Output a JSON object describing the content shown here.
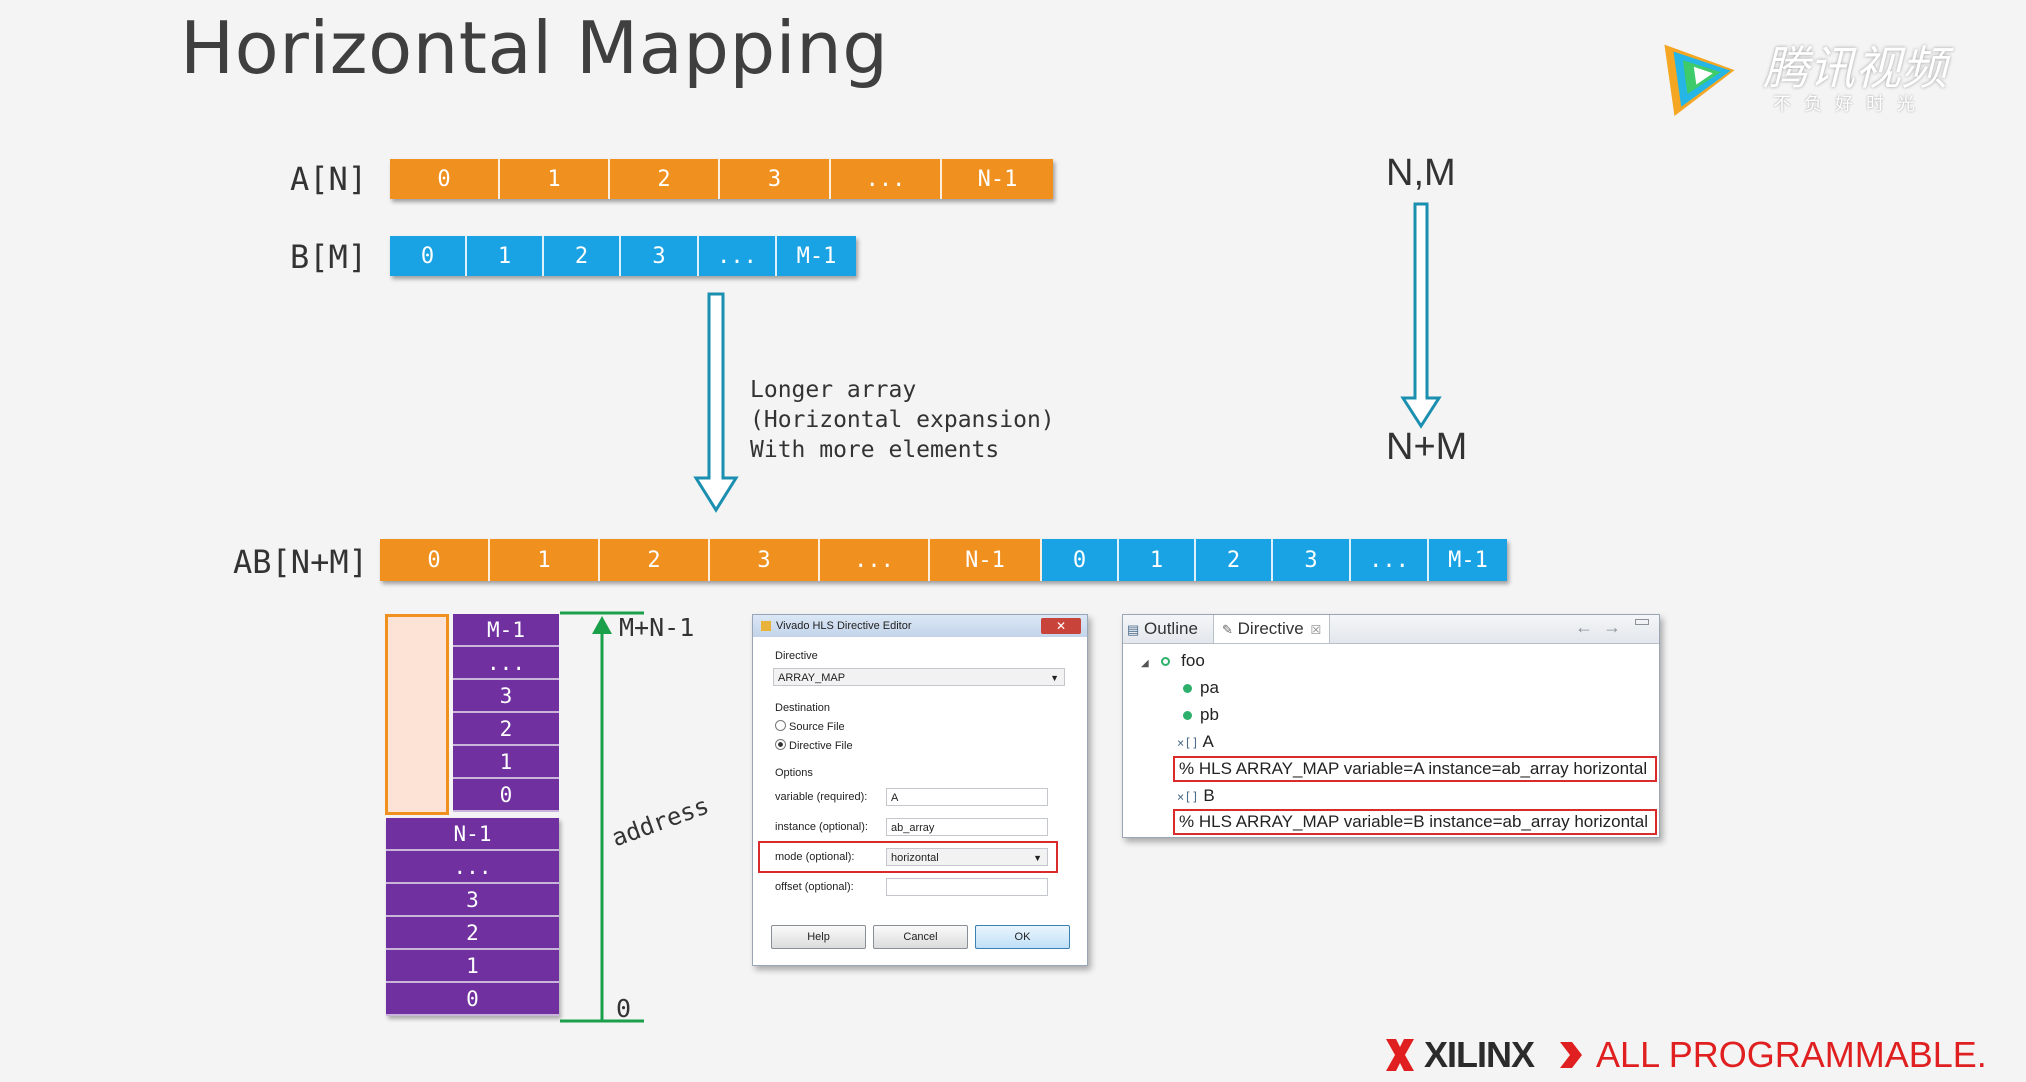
{
  "title": "Horizontal Mapping",
  "watermark": {
    "name": "腾讯视频",
    "slogan": "不 负 好 时 光"
  },
  "arrays": {
    "a_label": "A[N]",
    "a_cells": [
      "0",
      "1",
      "2",
      "3",
      "...",
      "N-1"
    ],
    "b_label": "B[M]",
    "b_cells": [
      "0",
      "1",
      "2",
      "3",
      "...",
      "M-1"
    ],
    "ab_label": "AB[N+M]",
    "ab_cells_a": [
      "0",
      "1",
      "2",
      "3",
      "...",
      "N-1"
    ],
    "ab_cells_b": [
      "0",
      "1",
      "2",
      "3",
      "...",
      "M-1"
    ]
  },
  "expansion_note": "Longer array\n(Horizontal expansion)\nWith more elements",
  "size_flow": {
    "from": "N,M",
    "to": "N+M"
  },
  "memory": {
    "b_cells": [
      "M-1",
      "...",
      "3",
      "2",
      "1",
      "0"
    ],
    "a_cells": [
      "N-1",
      "...",
      "3",
      "2",
      "1",
      "0"
    ],
    "top_address": "M+N-1",
    "bottom_address": "0",
    "axis_label": "address"
  },
  "directive_editor": {
    "window_title": "Vivado HLS Directive Editor",
    "close_glyph": "✕",
    "directive_label": "Directive",
    "directive_value": "ARRAY_MAP",
    "destination_label": "Destination",
    "source_file": "Source File",
    "directive_file": "Directive File",
    "options_label": "Options",
    "variable_label": "variable (required):",
    "variable_value": "A",
    "instance_label": "instance (optional):",
    "instance_value": "ab_array",
    "mode_label": "mode (optional):",
    "mode_value": "horizontal",
    "offset_label": "offset (optional):",
    "offset_value": "",
    "buttons": {
      "help": "Help",
      "cancel": "Cancel",
      "ok": "OK"
    }
  },
  "outline_panel": {
    "tab_outline": "Outline",
    "tab_directive": "Directive",
    "tab_close": "☒",
    "tree": {
      "root": "foo",
      "ports": [
        "pa",
        "pb"
      ],
      "var_a": "A",
      "pragma_a": "HLS ARRAY_MAP variable=A instance=ab_array horizontal",
      "var_b": "B",
      "pragma_b": "HLS ARRAY_MAP variable=B instance=ab_array horizontal"
    }
  },
  "footer": {
    "brand": "XILINX",
    "tagline": "ALL PROGRAMMABLE."
  },
  "colors": {
    "a": "#f0901f",
    "b": "#1aa3e4",
    "memory": "#7030a0",
    "arrow": "#1a8fb0",
    "address_axis": "#1aa04a",
    "highlight": "#d92b2b",
    "brand_red": "#e02020"
  }
}
